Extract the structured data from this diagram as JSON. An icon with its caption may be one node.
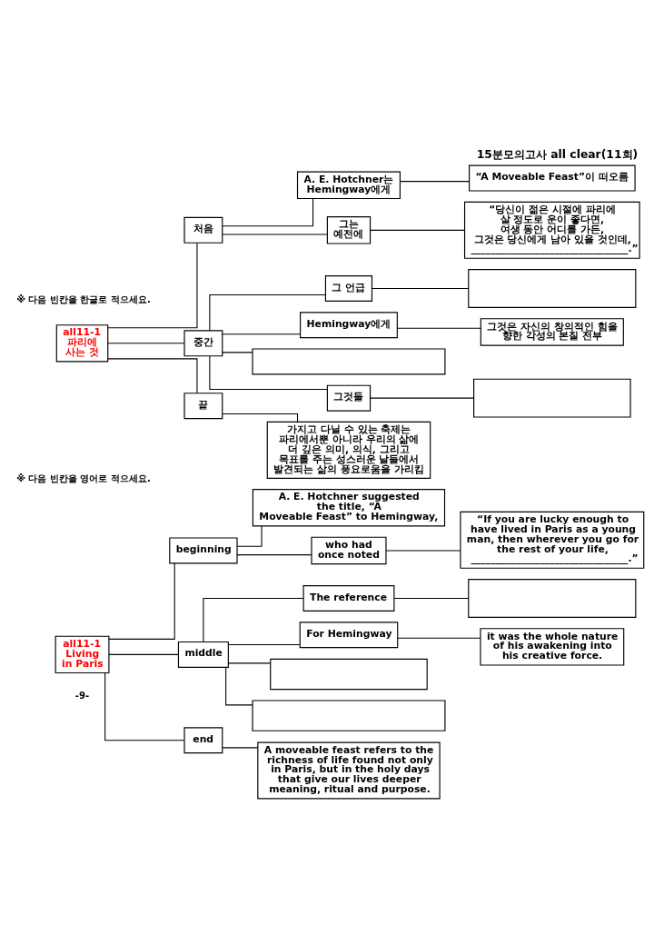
{
  "diagram": {
    "title": "15분모의고사 all clear(11회)",
    "nodes": [
      {
        "text": [
          "all11-1 파리에 사는 것"
        ]
      },
      {
        "text": [
          "처음"
        ]
      },
      {
        "text": [
          "A. E. Hotchner는 Hemingway에게"
        ]
      },
      {
        "text": [
          "“A Moveable Feast”이 떠오름"
        ]
      },
      {
        "text": [
          "그는 예전에"
        ]
      },
      {
        "text": [
          "“당신이 젊은 시절에 파리에 살 정도로 운이 좋다면, 여생 동안 어디를 가든, 그것은 당신에게 남아 있을 것인데, ________________________________.”"
        ]
      },
      {
        "text": [
          "중간"
        ]
      },
      {
        "text": [
          "그 언급"
        ]
      },
      {
        "text": [],
        "shape": "box"
      },
      {
        "text": [
          "Hemingway에게"
        ]
      },
      {
        "text": [
          "그것은 자신의 창의적인 힘을 향한 각성의 본질 전부"
        ]
      },
      {
        "text": [],
        "shape": "box"
      },
      {
        "text": [
          "그것들"
        ]
      },
      {
        "text": [],
        "shape": "box"
      },
      {
        "text": [
          "끝"
        ]
      },
      {
        "text": [
          "가지고 다닐 수 있는 축제는 파리에서뿐 아니라 우리의 삶에 더 깊은 의미, 의식, 그리고 목표를 주는 성스러운 날들에서 발견되는 삶의 풍요로움을 가리킴"
        ]
      },
      {
        "text": [
          "all11-1 Living in Paris"
        ]
      },
      {
        "text": [
          "beginning"
        ]
      },
      {
        "text": [
          "A. E. Hotchner suggested the title, “A Moveable Feast” to Hemingway,"
        ]
      },
      {
        "text": [
          "who had once noted"
        ]
      },
      {
        "text": [
          "“If you are lucky enough to have lived in Paris as a young man, then wherever you go for the rest of your life, ________________________________.”"
        ]
      },
      {
        "text": [
          "middle"
        ]
      },
      {
        "text": [
          "The reference"
        ]
      },
      {
        "text": [],
        "shape": "box"
      },
      {
        "text": [
          "For Hemingway"
        ]
      },
      {
        "text": [
          "it was the whole nature of his awakening into his creative force."
        ]
      },
      {
        "text": [],
        "shape": "box"
      },
      {
        "text": [],
        "shape": "box"
      },
      {
        "text": [
          "end"
        ]
      },
      {
        "text": [
          "A moveable feast refers to the richness of life found not only in Paris, but in the holy days that give our lives deeper meaning, ritual and purpose."
        ]
      }
    ],
    "edges": [
      {
        "from": 0,
        "to": 1,
        "arrow": "none"
      },
      {
        "from": 1,
        "to": 2,
        "arrow": "none"
      },
      {
        "from": 2,
        "to": 3,
        "arrow": "none"
      },
      {
        "from": 1,
        "to": 4,
        "arrow": "none"
      },
      {
        "from": 4,
        "to": 5,
        "arrow": "none"
      },
      {
        "from": 0,
        "to": 6,
        "arrow": "none"
      },
      {
        "from": 6,
        "to": 7,
        "arrow": "none"
      },
      {
        "from": 7,
        "to": 8,
        "arrow": "none"
      },
      {
        "from": 6,
        "to": 9,
        "arrow": "none"
      },
      {
        "from": 9,
        "to": 10,
        "arrow": "none"
      },
      {
        "from": 6,
        "to": 11,
        "arrow": "none"
      },
      {
        "from": 6,
        "to": 12,
        "arrow": "none"
      },
      {
        "from": 12,
        "to": 13,
        "arrow": "none"
      },
      {
        "from": 0,
        "to": 14,
        "arrow": "none"
      },
      {
        "from": 14,
        "to": 15,
        "arrow": "none"
      },
      {
        "from": 16,
        "to": 17,
        "arrow": "none"
      },
      {
        "from": 17,
        "to": 18,
        "arrow": "none"
      },
      {
        "from": 17,
        "to": 19,
        "arrow": "none"
      },
      {
        "from": 19,
        "to": 20,
        "arrow": "none"
      },
      {
        "from": 16,
        "to": 21,
        "arrow": "none"
      },
      {
        "from": 21,
        "to": 22,
        "arrow": "none"
      },
      {
        "from": 22,
        "to": 23,
        "arrow": "none"
      },
      {
        "from": 21,
        "to": 24,
        "arrow": "none"
      },
      {
        "from": 24,
        "to": 25,
        "arrow": "none"
      },
      {
        "from": 21,
        "to": 26,
        "arrow": "none"
      },
      {
        "from": 21,
        "to": 27,
        "arrow": "none"
      },
      {
        "from": 16,
        "to": 28,
        "arrow": "none"
      },
      {
        "from": 28,
        "to": 29,
        "arrow": "none"
      }
    ],
    "labels": [
      "※ 다음 빈칸을 한글로 적으세요.",
      "※ 다음 빈칸을 영어로 적으세요.",
      "-9-"
    ]
  }
}
